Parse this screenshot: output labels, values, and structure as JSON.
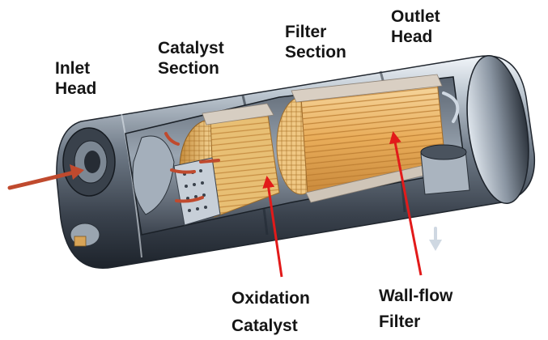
{
  "labels": {
    "inlet": [
      "Inlet",
      "Head"
    ],
    "catalyst_section": [
      "Catalyst",
      "Section"
    ],
    "filter_section": [
      "Filter",
      "Section"
    ],
    "outlet": [
      "Outlet",
      "Head"
    ],
    "oxidation_catalyst": [
      "Oxidation",
      "Catalyst"
    ],
    "wall_flow_filter": [
      "Wall-flow",
      "Filter"
    ]
  },
  "colors": {
    "pointer": "#e21a1a",
    "flow_arrow": "#c04a2e",
    "steel_dark": "#2e3540",
    "steel_mid": "#8e99a6",
    "steel_light": "#e6ecf2",
    "catalyst": "#e2b463",
    "filter": "#f3c37a"
  },
  "icons": [
    "inlet-flow-arrow-icon",
    "outlet-flow-arrow-icon",
    "pointer-arrow-icon"
  ]
}
